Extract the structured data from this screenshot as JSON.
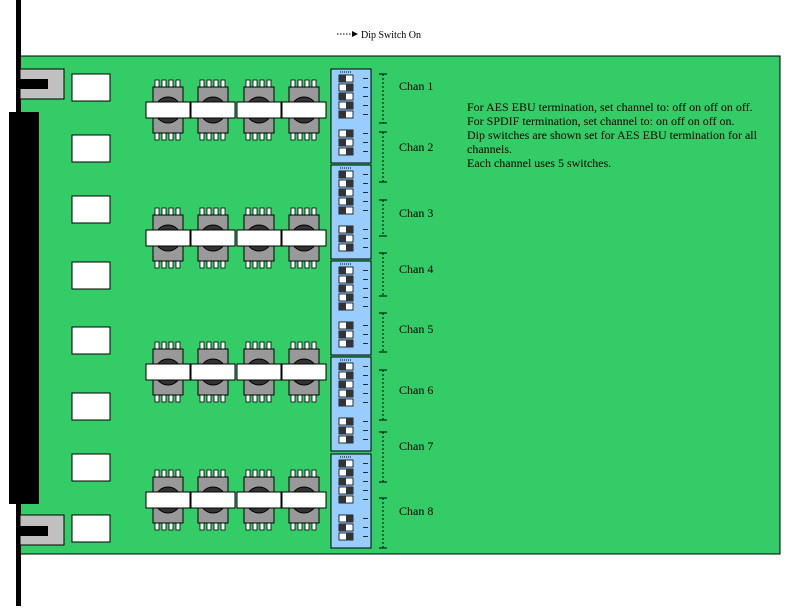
{
  "legend": {
    "label": "Dip Switch On"
  },
  "channels": [
    {
      "label": "Chan 1"
    },
    {
      "label": "Chan 2"
    },
    {
      "label": "Chan 3"
    },
    {
      "label": "Chan 4"
    },
    {
      "label": "Chan 5"
    },
    {
      "label": "Chan 6"
    },
    {
      "label": "Chan 7"
    },
    {
      "label": "Chan 8"
    }
  ],
  "notes": [
    "For AES EBU termination, set channel to: off on off on off.",
    "For SPDIF termination, set channel to: on off on off on.",
    "Dip switches are shown set for AES EBU termination for all",
    "channels.",
    "Each channel uses 5 switches."
  ],
  "colors": {
    "board": "#33cc66",
    "dip_block": "#99ccff",
    "component_body": "#999999",
    "connector": "#000000"
  }
}
